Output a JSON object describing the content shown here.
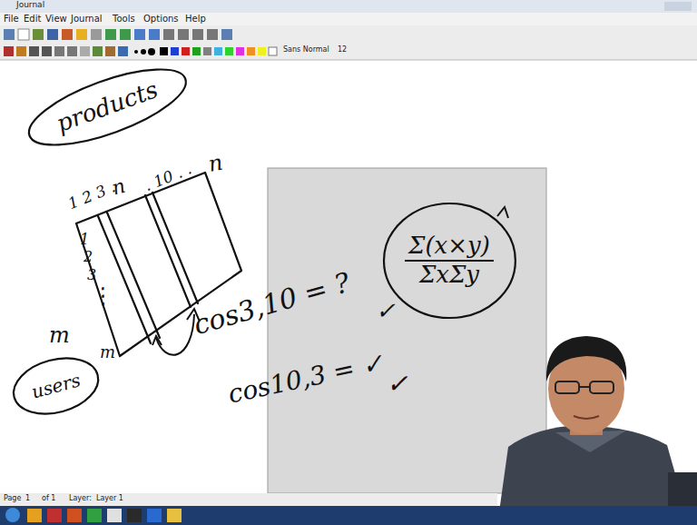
{
  "diagram": {
    "nodes": [
      {
        "text": [
          "products"
        ]
      },
      {
        "text": [
          "users"
        ]
      },
      {
        "text": [
          "Σ(x×y)",
          "ΣxΣy"
        ]
      }
    ],
    "labels": [
      "Journal",
      "File",
      "Edit",
      "View",
      "Journal",
      "Tools",
      "Options",
      "Help",
      "Sans Normal",
      "12",
      "1 2 3 .",
      "n",
      ". 10 . .",
      "n",
      "1",
      "2",
      "3",
      "⋮",
      "m",
      "m",
      "cos3,10 = ?",
      "✓",
      "cos10,3 = ✓",
      "✓",
      "Page",
      "1",
      "of 1",
      "Layer:",
      "Layer 1"
    ]
  }
}
